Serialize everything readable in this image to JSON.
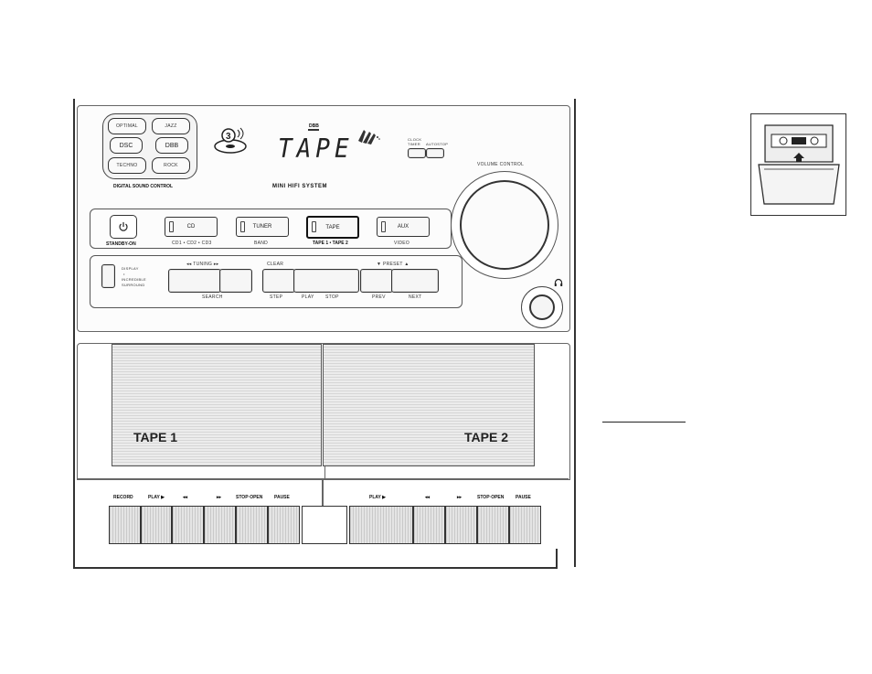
{
  "panel": {
    "dsc_buttons": [
      "OPTIMAL",
      "JAZZ",
      "DSC",
      "DBB",
      "TECHNO",
      "ROCK"
    ],
    "dsc_label": "DIGITAL SOUND CONTROL",
    "display_small": "DBB",
    "display_text": "TAPE",
    "system_name": "MINI HIFI SYSTEM",
    "clock_timer_label": "CLOCK TIMER",
    "autostop_label": "AUTOSTOP",
    "volume_label": "VOLUME CONTROL",
    "standby_label": "STANDBY-ON",
    "sources": [
      {
        "label": "CD",
        "sub": "CD1 • CD2 • CD3"
      },
      {
        "label": "TUNER",
        "sub": "BAND"
      },
      {
        "label": "TAPE",
        "sub": "TAPE 1 • TAPE 2"
      },
      {
        "label": "AUX",
        "sub": "VIDEO"
      }
    ],
    "display_switch_labels": [
      "DISPLAY",
      "•",
      "INCREDIBLE",
      "SURROUND"
    ],
    "tuning_label": "◂◂  TUNING  ▸▸",
    "search_label": "SEARCH",
    "clear_label": "CLEAR",
    "step_label": "STEP",
    "play_label": "PLAY",
    "stop_label": "STOP",
    "preset_label": "▼   PRESET   ▲",
    "prev_label": "PREV",
    "next_label": "NEXT",
    "headphone_icon": "headphone-icon"
  },
  "decks": {
    "tape1": "TAPE 1",
    "tape2": "TAPE 2",
    "deck1_keys": [
      "RECORD",
      "PLAY ▶",
      "◂◂",
      "▸▸",
      "STOP·OPEN",
      "PAUSE"
    ],
    "deck2_keys": [
      "PLAY ▶",
      "◂◂",
      "▸▸",
      "STOP·OPEN",
      "PAUSE"
    ]
  },
  "inset": {
    "icon": "cassette-insert-icon"
  }
}
